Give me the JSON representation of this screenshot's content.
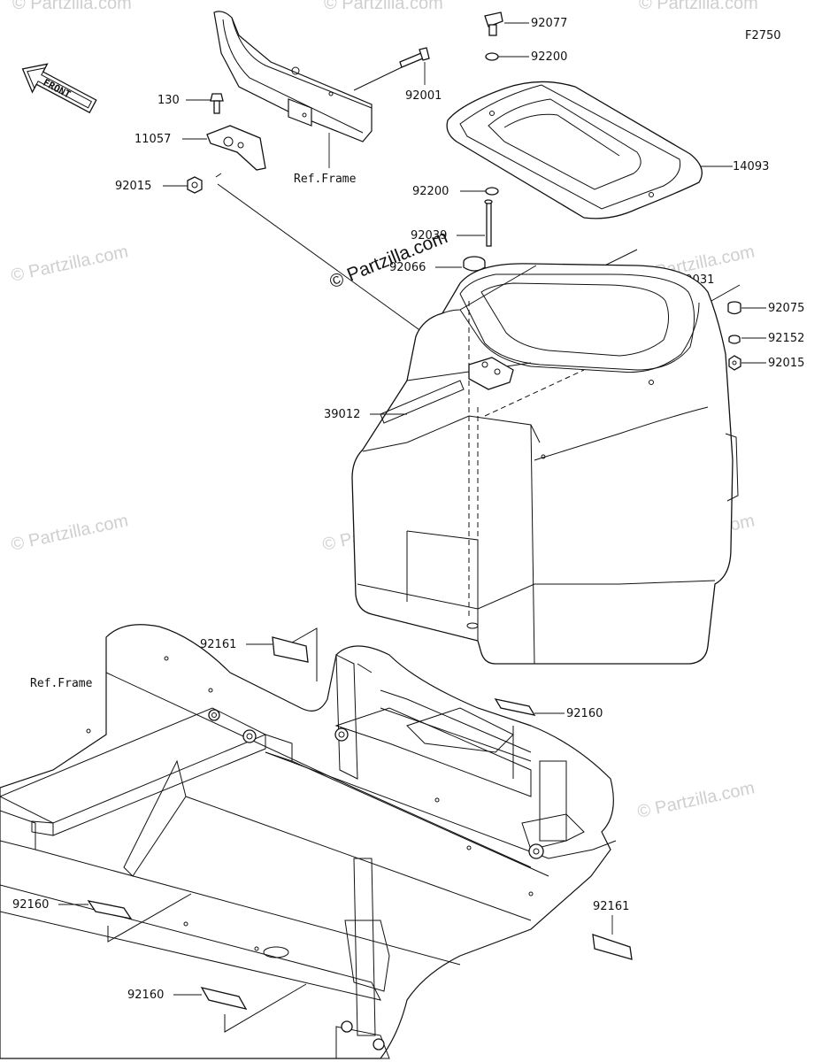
{
  "diagram_code": "F2750",
  "front_arrow_text": "FRONT",
  "watermark_text": "© Partzilla.com",
  "watermark_main": "© Partzilla.com",
  "ref_frame_label": "Ref.Frame",
  "part_labels": {
    "p92077": "92077",
    "p92200_top": "92200",
    "p92001": "92001",
    "p130": "130",
    "p11057": "11057",
    "p92015_left": "92015",
    "p14093": "14093",
    "p92200_mid": "92200",
    "p92039": "92039",
    "p92066": "92066",
    "p49031": "49031",
    "p92075": "92075",
    "p92152": "92152",
    "p92015_right": "92015",
    "p39012": "39012",
    "p92161_top": "92161",
    "p92160_right": "92160",
    "p92160_left": "92160",
    "p92161_right": "92161",
    "p92160_bottom": "92160"
  }
}
